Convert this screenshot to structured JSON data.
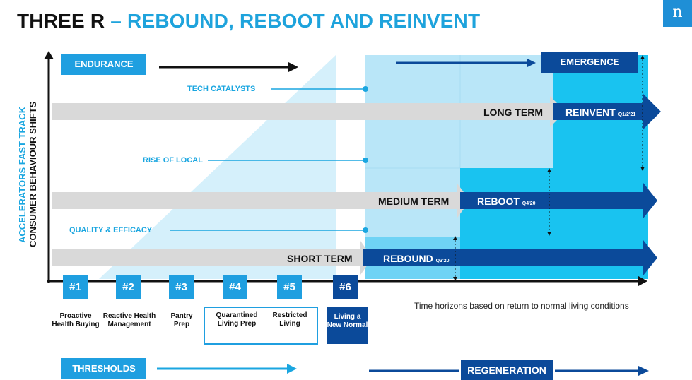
{
  "title": {
    "lead": "THREE R",
    "dash": " – ",
    "rest": "REBOUND, REBOOT AND REINVENT"
  },
  "logo": "n",
  "axis": {
    "accelerators": "ACCELERATORS FAST TRACK",
    "consumer": "CONSUMER BEHAVIOUR SHIFTS"
  },
  "top": {
    "endurance": "ENDURANCE",
    "emergence": "EMERGENCE"
  },
  "bottom": {
    "thresholds": "THRESHOLDS",
    "regeneration": "REGENERATION"
  },
  "accelerators": [
    "TECH CATALYSTS",
    "RISE OF LOCAL",
    "QUALITY & EFFICACY"
  ],
  "terms": {
    "long": {
      "label": "LONG TERM",
      "phase": "REINVENT",
      "when": "Q1/2'21"
    },
    "medium": {
      "label": "MEDIUM TERM",
      "phase": "REBOOT",
      "when": "Q4'20"
    },
    "short": {
      "label": "SHORT TERM",
      "phase": "REBOUND",
      "when": "Q3'20"
    }
  },
  "thresholds": [
    {
      "num": "#1",
      "text": "Proactive Health Buying"
    },
    {
      "num": "#2",
      "text": "Reactive Health Management"
    },
    {
      "num": "#3",
      "text": "Pantry Prep"
    },
    {
      "num": "#4",
      "text": "Quarantined Living Prep"
    },
    {
      "num": "#5",
      "text": "Restricted Living"
    },
    {
      "num": "#6",
      "text": "Living a New Normal"
    }
  ],
  "note": "Time horizons based on return to normal living conditions",
  "colors": {
    "light": "#b9e6f8",
    "mid": "#6fd3f5",
    "bright": "#19c3f0",
    "blue": "#1f9fe0",
    "dark": "#0b4a9a",
    "grey": "#d9d9d9"
  }
}
